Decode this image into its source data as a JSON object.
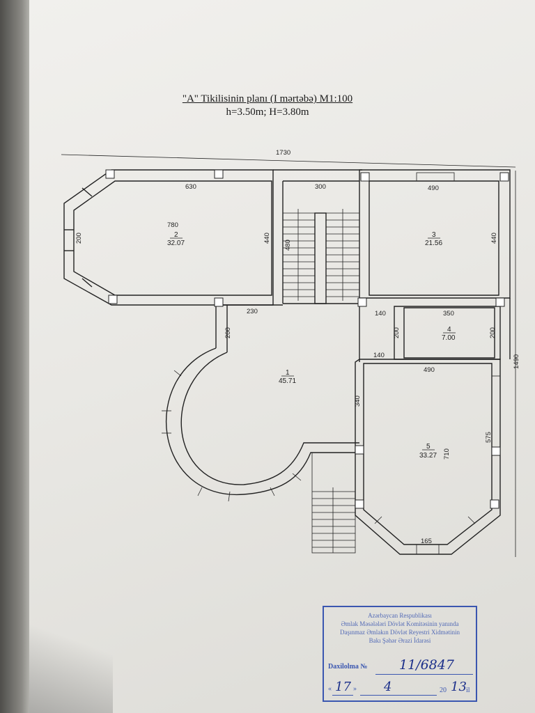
{
  "title": {
    "line1": "\"A\" Tikilisinin planı (I mərtəbə) M1:100",
    "line2": "h=3.50m; H=3.80m"
  },
  "dimensions": {
    "overall_width": "1730",
    "overall_height": "1490",
    "d630": "630",
    "d300": "300",
    "d490_top": "490",
    "d200_left": "200",
    "d440_left": "440",
    "d480": "480",
    "d440_right": "440",
    "d230": "230",
    "d140_a": "140",
    "d350": "350",
    "d200_a": "200",
    "d200_b": "200",
    "d200_c": "200",
    "d140_b": "140",
    "d490_mid": "490",
    "d340": "340",
    "d575": "575",
    "d710": "710",
    "d165": "165",
    "d780": "780"
  },
  "rooms": [
    {
      "number": "1",
      "area": "45.71"
    },
    {
      "number": "2",
      "area": "32.07"
    },
    {
      "number": "3",
      "area": "21.56"
    },
    {
      "number": "4",
      "area": "7.00"
    },
    {
      "number": "5",
      "area": "33.27"
    }
  ],
  "stamp": {
    "line1": "Azərbaycan Respublikası",
    "line2": "Əmlak Məsələləri Dövlət Komitəsinin yanında",
    "line3": "Daşınmaz Əmlakın Dövlət Reyestri Xidmətinin",
    "line4": "Bakı Şəhər Ərazi İdarəsi",
    "reg_label": "Daxilolma №",
    "reg_number": "11/6847",
    "day": "17",
    "month": "4",
    "year_prefix": "20",
    "year_suffix": "13",
    "year_end": "il"
  },
  "colors": {
    "paper": "#ecebe7",
    "ink": "#222222",
    "stamp": "#3a56b0"
  }
}
